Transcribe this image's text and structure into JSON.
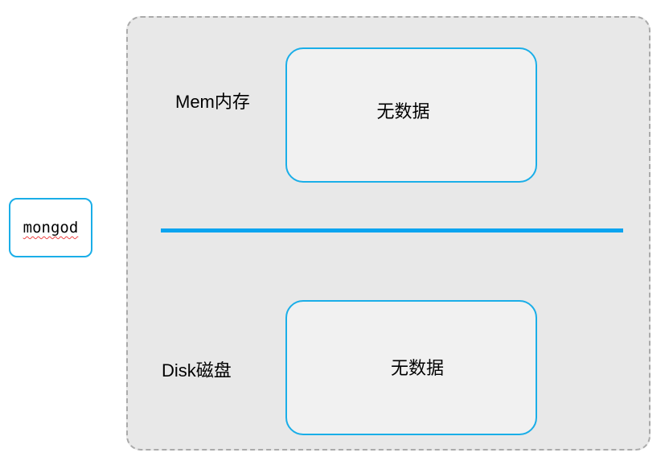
{
  "process": {
    "label": "mongod"
  },
  "memory": {
    "label": "Mem内存",
    "content": "无数据"
  },
  "disk": {
    "label": "Disk磁盘",
    "content": "无数据"
  },
  "colors": {
    "accent": "#1aaee8",
    "container": "#e8e8e8",
    "divider": "#0aa4f0"
  }
}
